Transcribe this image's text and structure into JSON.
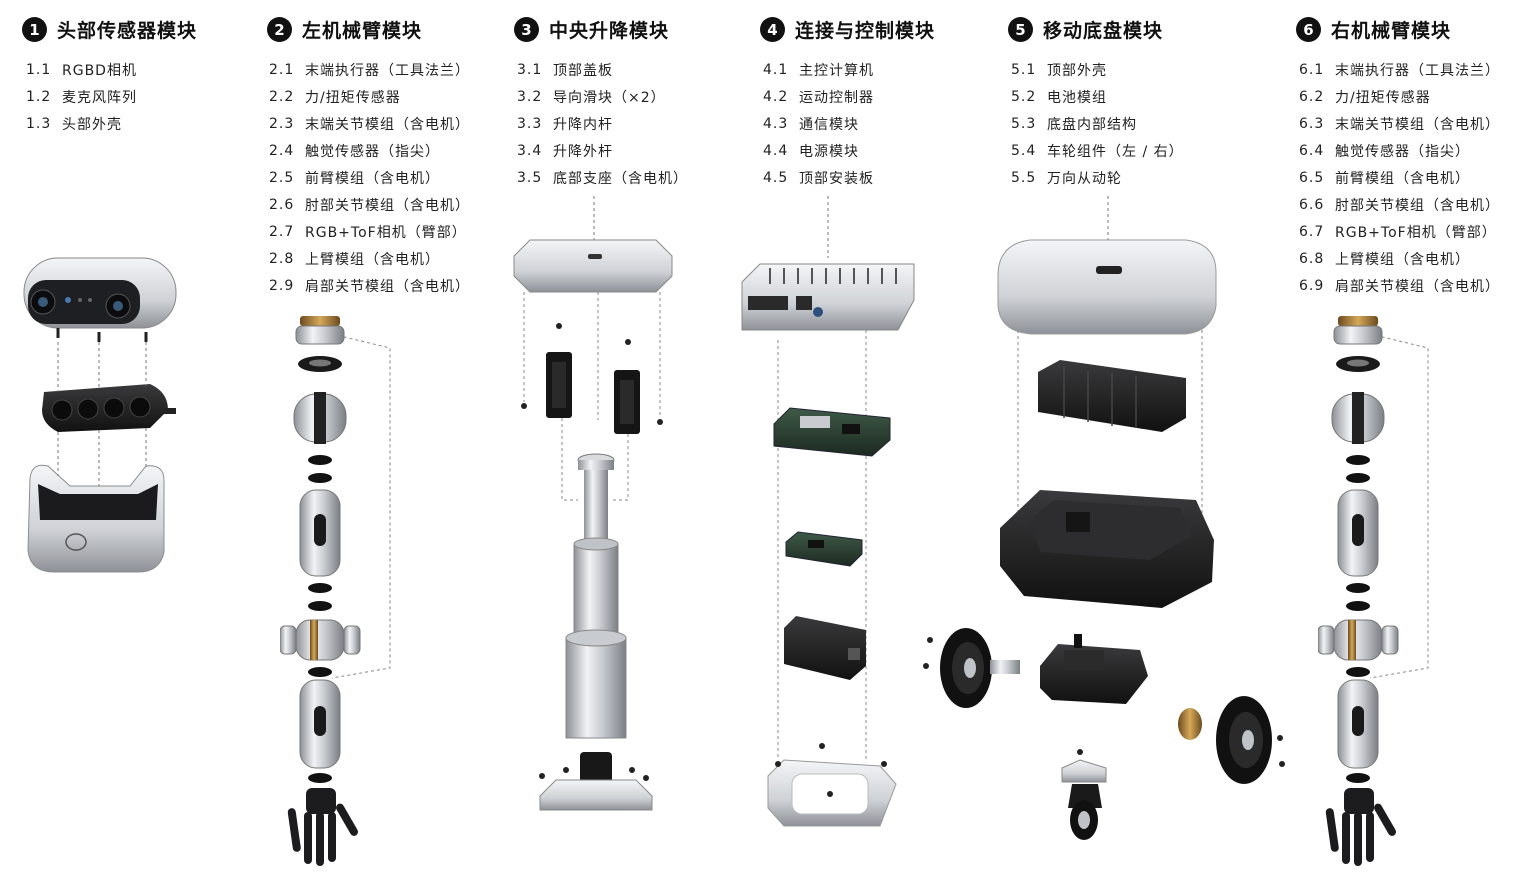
{
  "modules": [
    {
      "num": "1",
      "title": "头部传感器模块",
      "parts": [
        {
          "id": "1.1",
          "name": "RGBD相机"
        },
        {
          "id": "1.2",
          "name": "麦克风阵列"
        },
        {
          "id": "1.3",
          "name": "头部外壳"
        }
      ]
    },
    {
      "num": "2",
      "title": "左机械臂模块",
      "parts": [
        {
          "id": "2.1",
          "name": "末端执行器（工具法兰）"
        },
        {
          "id": "2.2",
          "name": "力/扭矩传感器"
        },
        {
          "id": "2.3",
          "name": "末端关节模组（含电机）"
        },
        {
          "id": "2.4",
          "name": "触觉传感器（指尖）"
        },
        {
          "id": "2.5",
          "name": "前臂模组（含电机）"
        },
        {
          "id": "2.6",
          "name": "肘部关节模组（含电机）"
        },
        {
          "id": "2.7",
          "name": "RGB+ToF相机（臂部）"
        },
        {
          "id": "2.8",
          "name": "上臂模组（含电机）"
        },
        {
          "id": "2.9",
          "name": "肩部关节模组（含电机）"
        }
      ]
    },
    {
      "num": "3",
      "title": "中央升降模块",
      "parts": [
        {
          "id": "3.1",
          "name": "顶部盖板"
        },
        {
          "id": "3.2",
          "name": "导向滑块（×2）"
        },
        {
          "id": "3.3",
          "name": "升降内杆"
        },
        {
          "id": "3.4",
          "name": "升降外杆"
        },
        {
          "id": "3.5",
          "name": "底部支座（含电机）"
        }
      ]
    },
    {
      "num": "4",
      "title": "连接与控制模块",
      "parts": [
        {
          "id": "4.1",
          "name": "主控计算机"
        },
        {
          "id": "4.2",
          "name": "运动控制器"
        },
        {
          "id": "4.3",
          "name": "通信模块"
        },
        {
          "id": "4.4",
          "name": "电源模块"
        },
        {
          "id": "4.5",
          "name": "顶部安装板"
        }
      ]
    },
    {
      "num": "5",
      "title": "移动底盘模块",
      "parts": [
        {
          "id": "5.1",
          "name": "顶部外壳"
        },
        {
          "id": "5.2",
          "name": "电池模组"
        },
        {
          "id": "5.3",
          "name": "底盘内部结构"
        },
        {
          "id": "5.4",
          "name": "车轮组件（左 / 右）"
        },
        {
          "id": "5.5",
          "name": "万向从动轮"
        }
      ]
    },
    {
      "num": "6",
      "title": "右机械臂模块",
      "parts": [
        {
          "id": "6.1",
          "name": "末端执行器（工具法兰）"
        },
        {
          "id": "6.2",
          "name": "力/扭矩传感器"
        },
        {
          "id": "6.3",
          "name": "末端关节模组（含电机）"
        },
        {
          "id": "6.4",
          "name": "触觉传感器（指尖）"
        },
        {
          "id": "6.5",
          "name": "前臂模组（含电机）"
        },
        {
          "id": "6.6",
          "name": "肘部关节模组（含电机）"
        },
        {
          "id": "6.7",
          "name": "RGB+ToF相机（臂部）"
        },
        {
          "id": "6.8",
          "name": "上臂模组（含电机）"
        },
        {
          "id": "6.9",
          "name": "肩部关节模组（含电机）"
        }
      ]
    }
  ]
}
